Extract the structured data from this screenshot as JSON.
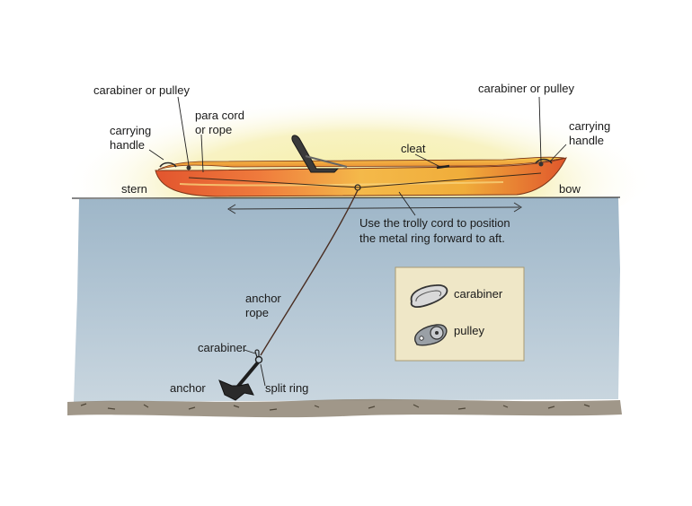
{
  "labels": {
    "carabiner_pulley_stern": "carabiner or pulley",
    "carrying_handle_stern": "carrying handle",
    "para_cord": "para cord or rope",
    "cleat": "cleat",
    "carabiner_pulley_bow": "carabiner or pulley",
    "carrying_handle_bow": "carrying handle",
    "stern": "stern",
    "bow": "bow",
    "trolley_note_line1": "Use the trolly cord to position",
    "trolley_note_line2": "the metal ring forward to aft.",
    "anchor_rope": "anchor rope",
    "carabiner": "carabiner",
    "anchor": "anchor",
    "split_ring": "split ring"
  },
  "legend": {
    "items": [
      {
        "icon": "carabiner-icon",
        "label": "carabiner"
      },
      {
        "icon": "pulley-icon",
        "label": "pulley"
      }
    ]
  },
  "colors": {
    "water": "#a9bfcf",
    "kayak_hull": "#e9552a",
    "kayak_deck": "#f2b531",
    "seabed": "#8f8574",
    "legend_panel": "#efe7c7",
    "glow": "#f3ea9a"
  }
}
